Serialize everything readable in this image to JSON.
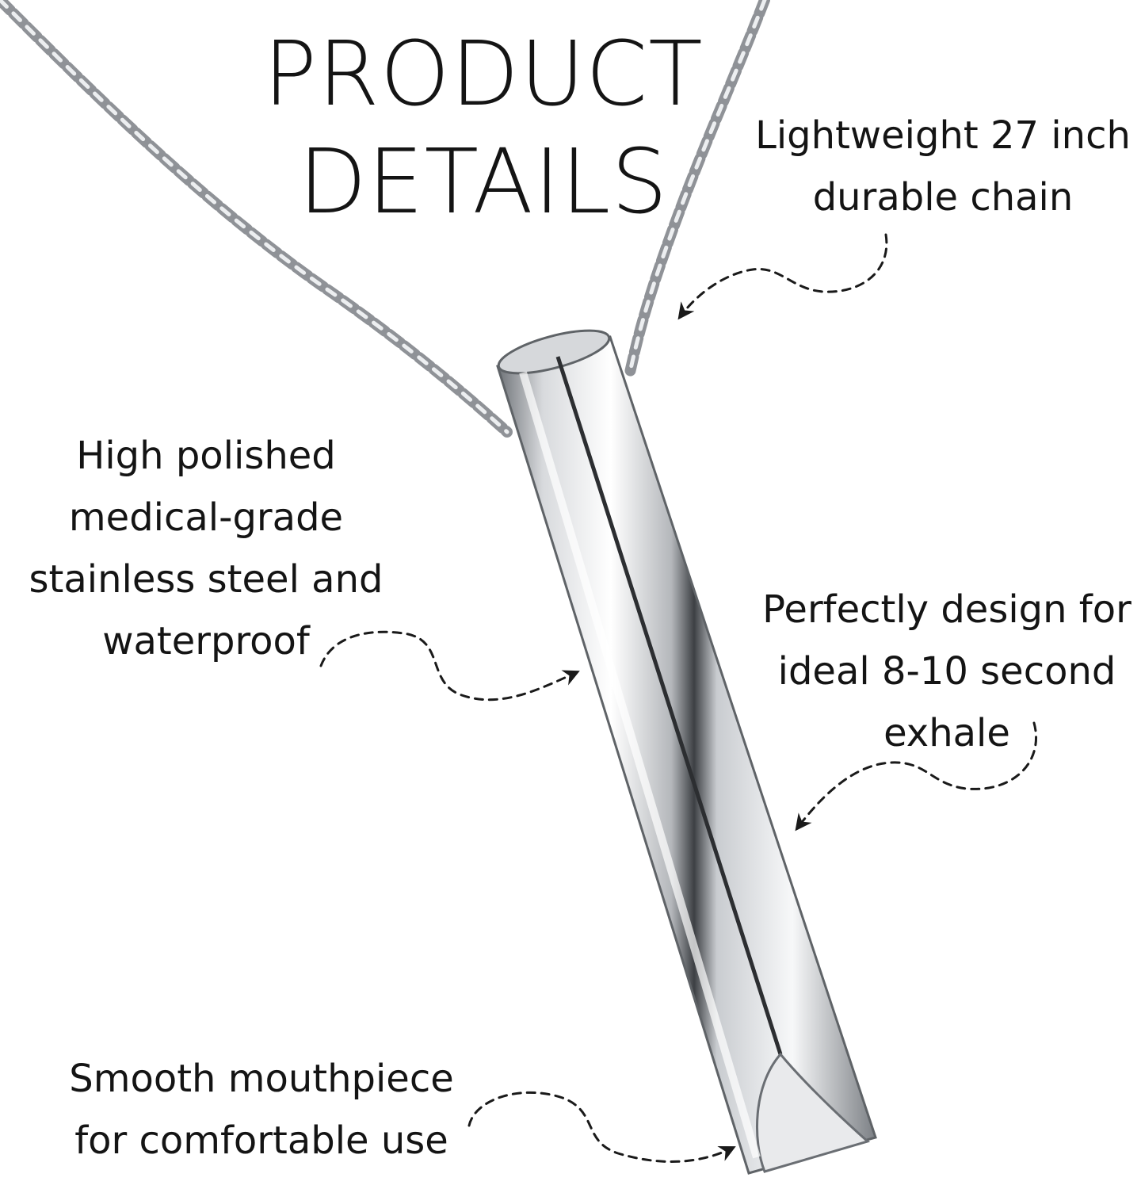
{
  "title": {
    "line1": "PRODUCT",
    "line2": "DETAILS"
  },
  "callouts": {
    "chain": {
      "line1": "Lightweight 27 inch",
      "line2": "durable chain"
    },
    "steel": {
      "line1": "High polished",
      "line2": "medical-grade",
      "line3": "stainless steel and",
      "line4": "waterproof"
    },
    "exhale": {
      "line1": "Perfectly design for",
      "line2": "ideal 8-10 second",
      "line3": "exhale"
    },
    "mouthpiece": {
      "line1": "Smooth mouthpiece",
      "line2": "for comfortable use"
    }
  },
  "icons": [
    "necklace-chain",
    "whistle-pendant",
    "dashed-arrow"
  ],
  "colors": {
    "text": "#141414",
    "metal": "#b9bcc1",
    "metal_highlight": "#f4f5f7",
    "metal_shadow": "#5f6367",
    "background": "#ffffff"
  }
}
